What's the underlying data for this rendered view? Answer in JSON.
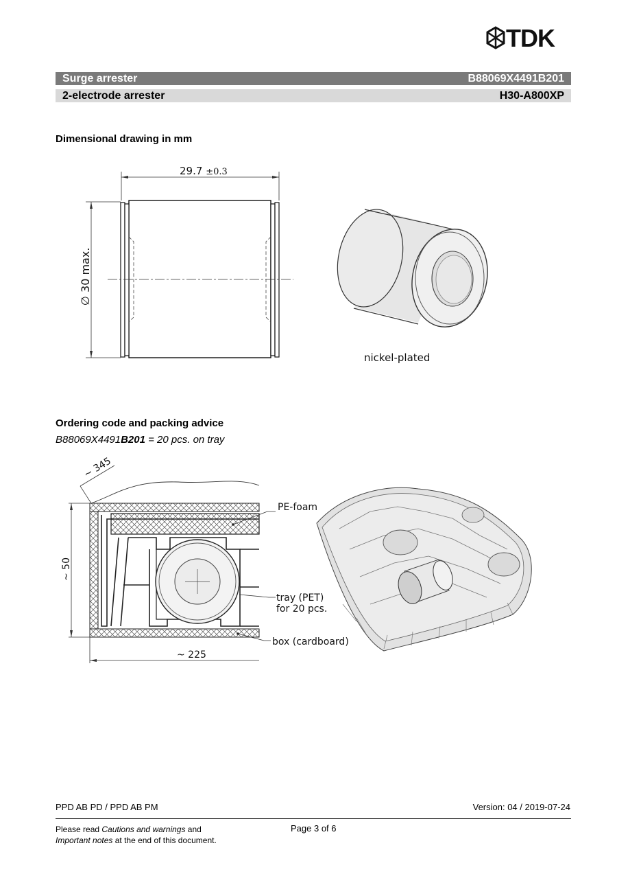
{
  "logo": {
    "text": "TDK"
  },
  "header": {
    "product": "Surge arrester",
    "code": "B88069X4491B201",
    "type": "2-electrode arrester",
    "model": "H30-A800XP"
  },
  "dimensional": {
    "heading": "Dimensional drawing in mm",
    "length_value": "29.7",
    "length_tol": "±0.3",
    "diameter": "∅ 30 max.",
    "finish": "nickel-plated"
  },
  "ordering": {
    "heading": "Ordering code and packing advice",
    "code_prefix": "B88069X4491",
    "code_suffix": "B201",
    "code_rest": " = 20 pcs. on tray",
    "dim_345": "~ 345",
    "dim_50": "~ 50",
    "dim_225": "~ 225",
    "label_foam": "PE-foam",
    "label_tray_1": "tray (PET)",
    "label_tray_2": "for 20 pcs.",
    "label_box": "box (cardboard)"
  },
  "footer": {
    "dept": "PPD AB PD / PPD AB PM",
    "version": "Version: 04 / 2019-07-24",
    "note_1a": "Please read ",
    "note_1b": "Cautions and warnings",
    "note_1c": " and",
    "note_2a": "Important notes",
    "note_2b": " at the end of this document.",
    "page": "Page 3 of 6"
  }
}
